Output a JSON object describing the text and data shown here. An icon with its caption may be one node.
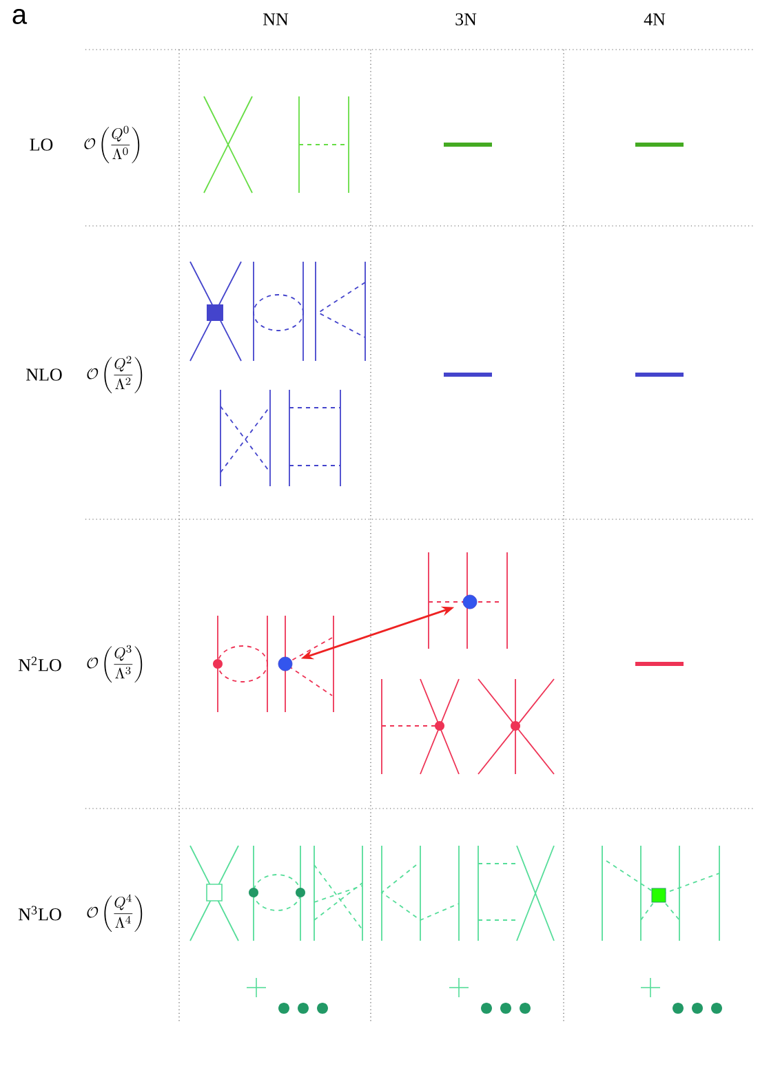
{
  "diagram": {
    "nodes": [
      {
        "text": [],
        "shape": "circle"
      },
      {
        "text": [],
        "shape": "circle"
      }
    ],
    "edges": [
      {
        "from": 0,
        "to": 1,
        "arrow": "both",
        "color": "#ee2222"
      }
    ],
    "labels": [
      "a",
      "NN",
      "3N",
      "4N",
      "LO",
      "\\mathcal{O}\\left(\\frac{Q^{0}}{\\Lambda^{0}}\\right)",
      "NLO",
      "\\mathcal{O}\\left(\\frac{Q^{2}}{\\Lambda^{2}}\\right)",
      "N$^{2}$LO",
      "\\mathcal{O}\\left(\\frac{Q^{3}}{\\Lambda^{3}}\\right)",
      "N$^{3}$LO",
      "\\mathcal{O}\\left(\\frac{Q^{4}}{\\Lambda^{4}}\\right)"
    ]
  }
}
